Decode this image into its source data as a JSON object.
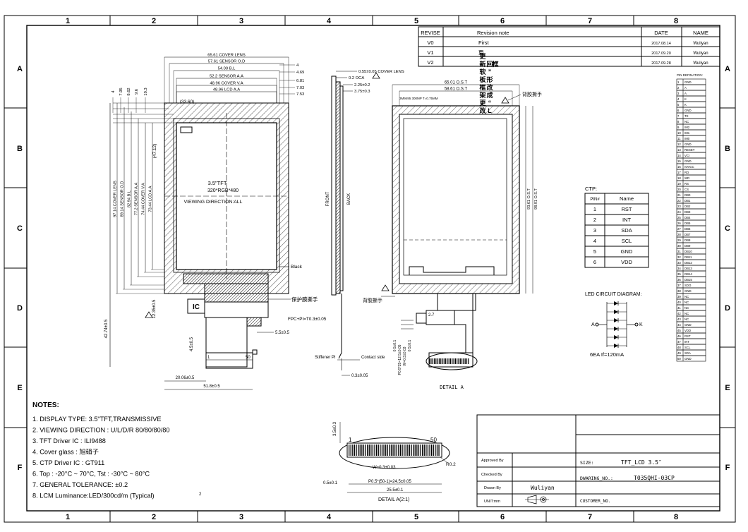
{
  "border": {
    "top_cols": [
      "1",
      "2",
      "3",
      "4",
      "5",
      "6",
      "7",
      "8"
    ],
    "side_rows": [
      "A",
      "B",
      "C",
      "D",
      "E",
      "F"
    ]
  },
  "revision": {
    "headers": [
      "REVISE",
      "Revision note",
      "DATE",
      "NAME"
    ],
    "rows": [
      {
        "rev": "V0",
        "note": "First",
        "date": "2017.08.14",
        "name": "Wuliyan"
      },
      {
        "rev": "V1",
        "note": "更",
        "date": "2017.09.20",
        "name": "Wuliyan"
      },
      {
        "rev": "V2",
        "note": "",
        "date": "2017.09.28",
        "name": "Wuliyan"
      }
    ],
    "vertical_note": [
      "更",
      "新",
      "软",
      "板",
      "框",
      "架",
      "更",
      "改",
      "为",
      "“",
      "回",
      "”",
      "形",
      "改",
      "成",
      "“",
      "L",
      "”",
      "形",
      "。"
    ]
  },
  "front": {
    "top_dims": [
      "65.61 COVER LENS",
      "57.61 SENSOR O.D",
      "54.00 B.L",
      "52.2 SENSOR A.A",
      "48.96 COVER V.A",
      "48.96 LCD A.A"
    ],
    "right_dims": [
      "4",
      "4.69",
      "6.81",
      "7.03",
      "7.53"
    ],
    "left_top_dims": [
      "4",
      "7.95",
      "8.62",
      "9.6",
      "10.3"
    ],
    "left_dims": [
      "97.14 COVER LENS",
      "89.14 SENSOR O.D",
      "82.94 B.L",
      "77.2 SENSOR A.A",
      "74.44 COVER V.A",
      "73.44 LCD A.A"
    ],
    "inner_dim": "(33.60)",
    "inner_dim2": "(47.12)",
    "center_title": "3.5\"TFT",
    "center_res": "320*RGB*480",
    "view_dir": "VIEWING DIRECTION:ALL",
    "black_label": "Black",
    "ic_label": "IC",
    "protect_label": "保护膜撕手",
    "fpc_note": "FPC+PI=T0.3±0.05",
    "dim_55": "5.5±0.5",
    "dim_45": "4.5±0.5",
    "dim_50": "50",
    "dim_1": "1",
    "dim_2006": "20.06±0.5",
    "dim_518": "51.8±0.5",
    "dim_1235": "12.35±0.5",
    "dim_4274": "42.74±0.5",
    "dim_ref": "2"
  },
  "side": {
    "dims": [
      "0.55±0.05 COVER LENS",
      "0.2 OCA",
      "2.25±0.2",
      "3.75±0.3"
    ],
    "front_label": "FRONT",
    "back_label": "BACK",
    "stiffener": "Stiffener PI",
    "contact": "Contact side",
    "thick": "0.3±0.05"
  },
  "back": {
    "top_dims": [
      "65.01 O.S.T",
      "58.61 O.S.T"
    ],
    "tape": "3M9495 300MP T=0.75MM",
    "rear_tape": "背胶撕手",
    "rear_tape2": "背胶撕手",
    "right_dims": [
      "93.61 O.S.T",
      "98.91 O.S.T"
    ],
    "dim_27": "2.7",
    "dim_list": [
      "0.5±0.1",
      "P0.5*25=12.5±0.05",
      "W=0.3±0.03",
      "0.5±0.1"
    ],
    "detail": "DETAIL A"
  },
  "ctp": {
    "title": "CTP:",
    "headers": [
      "PIN#",
      "Name"
    ],
    "rows": [
      {
        "pin": "1",
        "name": "RST"
      },
      {
        "pin": "2",
        "name": "INT"
      },
      {
        "pin": "3",
        "name": "SDA"
      },
      {
        "pin": "4",
        "name": "SCL"
      },
      {
        "pin": "5",
        "name": "GND"
      },
      {
        "pin": "6",
        "name": "VDD"
      }
    ]
  },
  "led": {
    "title": "LED CIRCUIT DIAGRAM:",
    "anode": "A",
    "cathode": "K",
    "note": "6EA  If=120mA"
  },
  "pins": {
    "title": "PIN DEFINATION:",
    "rows": [
      [
        "1",
        "GND"
      ],
      [
        "2",
        "A"
      ],
      [
        "3",
        "A"
      ],
      [
        "4",
        "K"
      ],
      [
        "5",
        "K"
      ],
      [
        "6",
        "GND"
      ],
      [
        "7",
        "TE"
      ],
      [
        "8",
        "NC"
      ],
      [
        "9",
        "IM2"
      ],
      [
        "10",
        "IM1"
      ],
      [
        "11",
        "IM0"
      ],
      [
        "12",
        "GND"
      ],
      [
        "13",
        "RESET"
      ],
      [
        "14",
        "VCI"
      ],
      [
        "15",
        "GND"
      ],
      [
        "16",
        "IOVCC"
      ],
      [
        "17",
        "RD"
      ],
      [
        "18",
        "WR"
      ],
      [
        "19",
        "RS"
      ],
      [
        "20",
        "CS"
      ],
      [
        "21",
        "DB0"
      ],
      [
        "22",
        "DB1"
      ],
      [
        "23",
        "DB2"
      ],
      [
        "24",
        "DB3"
      ],
      [
        "25",
        "DB4"
      ],
      [
        "26",
        "DB5"
      ],
      [
        "27",
        "DB6"
      ],
      [
        "28",
        "DB7"
      ],
      [
        "29",
        "DB8"
      ],
      [
        "30",
        "DB9"
      ],
      [
        "31",
        "DB10"
      ],
      [
        "32",
        "DB11"
      ],
      [
        "33",
        "DB12"
      ],
      [
        "34",
        "DB13"
      ],
      [
        "35",
        "DB14"
      ],
      [
        "36",
        "DB15"
      ],
      [
        "37",
        "SDO"
      ],
      [
        "38",
        "GND"
      ],
      [
        "39",
        "NC"
      ],
      [
        "40",
        "NC"
      ],
      [
        "41",
        "NC"
      ],
      [
        "42",
        "NC"
      ],
      [
        "43",
        "NC"
      ],
      [
        "44",
        "GND"
      ],
      [
        "45",
        "VDD"
      ],
      [
        "46",
        "RST"
      ],
      [
        "47",
        "INT"
      ],
      [
        "48",
        "SCL"
      ],
      [
        "49",
        "SDA"
      ],
      [
        "50",
        "GND"
      ]
    ]
  },
  "notes": {
    "title": "NOTES:",
    "items": [
      "1. DISPLAY TYPE: 3.5\"TFT,TRANSMISSIVE",
      "2. VIEWING DIRECTION : U/L/D/R 80/80/80/80",
      "3. TFT Driver IC : ILI9488",
      "4. Cover glass : 旭硝子",
      "5. CTP Driver IC : GT911",
      "6. Top : -20°C ~ 70°C, Tst : -30°C ~ 80°C",
      "7. GENERAL TOLERANCE: ±0.2",
      "8. LCM Luminance:LED/300cd/m (Typical)"
    ]
  },
  "detailA": {
    "dim_thick": "3.5±0.3",
    "label_1": "1",
    "label_50": "50",
    "r": "R0.2",
    "w": "W=0.3±0.03",
    "left": "0.5±0.1",
    "pitch": "P0.5*(50-1)=24.5±0.05",
    "total": "25.5±0.1",
    "title": "DETAIL A(2:1)"
  },
  "titleblock": {
    "approved": "Approved By",
    "checked": "Checked By",
    "drawn": "Drawn By",
    "drawn_name": "Wuliyan",
    "unit": "UNIT:mm",
    "size_label": "SIZE:",
    "size_value": "TFT_LCD  3.5″",
    "drawing_label": "DWARING_NO.:",
    "drawing_value": "T035QHI-03CP",
    "customer_label": "CUSTOMER_NO."
  }
}
